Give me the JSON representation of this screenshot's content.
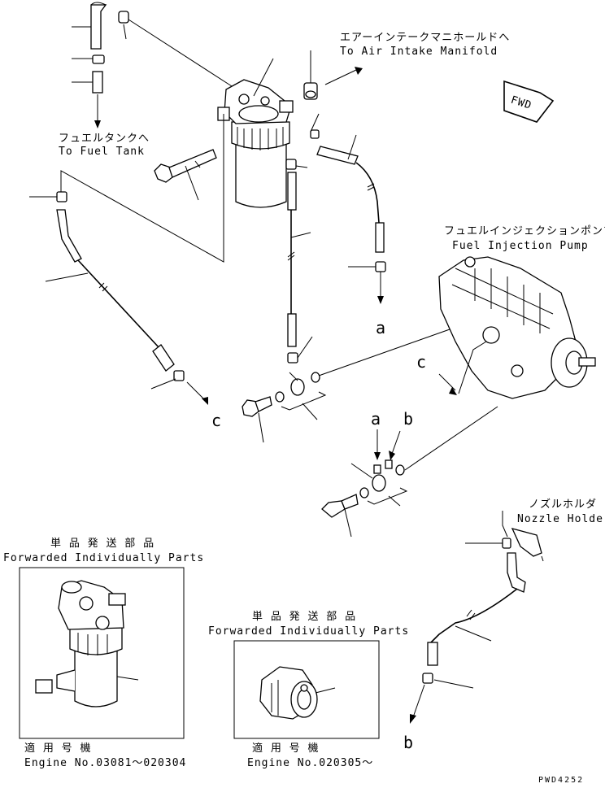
{
  "labels": {
    "air_intake_jp": "エアーインテークマニホールドへ",
    "air_intake_en": "To Air Intake Manifold",
    "fuel_tank_jp": "フュエルタンクへ",
    "fuel_tank_en": "To Fuel Tank",
    "injection_pump_jp": "フュエルインジェクションポンプ",
    "injection_pump_en": "Fuel Injection Pump",
    "nozzle_holder_jp": "ノズルホルダ",
    "nozzle_holder_en": "Nozzle Holder",
    "fwd": "FWD",
    "ref_a": "a",
    "ref_b": "b",
    "ref_c": "c"
  },
  "inset_left": {
    "heading_jp": "単 品 発 送 部 品",
    "heading_en": "Forwarded Individually Parts",
    "applies_jp": "適 用 号 機",
    "engine_range": "Engine No.03081～020304"
  },
  "inset_right": {
    "heading_jp": "単 品 発 送 部 品",
    "heading_en": "Forwarded Individually Parts",
    "applies_jp": "適 用 号 機",
    "engine_range": "Engine No.020305～"
  },
  "drawing_code": "PWD4252"
}
